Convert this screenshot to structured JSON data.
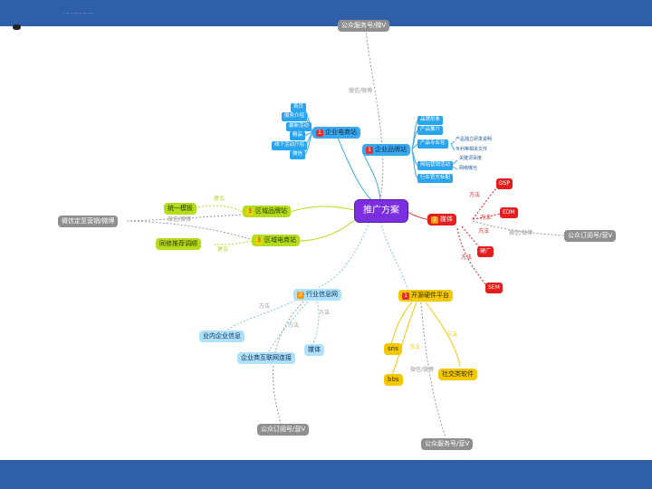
{
  "header": {
    "caption": "..... ....... ...... ....."
  },
  "center": {
    "label": "推广方案"
  },
  "top": {
    "gray_node": "公众服务号/微V",
    "edge_label": "微信/微博"
  },
  "branch_b2c": {
    "label": "企业电商站",
    "badge": "1",
    "children": [
      "首页",
      "服务介绍",
      "最新活动",
      "精品",
      "线下活动介绍",
      "微信"
    ]
  },
  "branch_brand": {
    "label": "企业品牌站",
    "badge": "1",
    "children": [
      "品牌形象",
      "产品推介",
      "产品专业化",
      "网站营销活动",
      "行业官方标配"
    ],
    "sub_product": [
      "产品独立研发说明",
      "专利等相关文件"
    ],
    "sub_campaign": [
      "关键词百度",
      "网络曝光"
    ]
  },
  "branch_region_brand": {
    "label": "区域品牌站",
    "badge": "3",
    "edge": "建议"
  },
  "branch_region_shop": {
    "label": "区域电商站",
    "badge": "3",
    "edge": "建议"
  },
  "left": {
    "unified_template": "统一模板",
    "wechat_mall": "微信定至营销/微博",
    "edge_wechat": "微信/微博",
    "new_shop": "同修推荐调顺"
  },
  "branch_media": {
    "label": "媒体",
    "badge": "2",
    "children": [
      "DSP",
      "EDM",
      "硬广",
      "SEM"
    ],
    "edge_method": "方法",
    "gray_node": "公众订阅号/营V",
    "edge_gray": "微信/微博"
  },
  "branch_industry": {
    "label": "行业信息网",
    "badge": "2",
    "children": [
      "业内企业信息",
      "企业商互联网连接",
      "媒体"
    ],
    "edge_method": "方法",
    "gray_node": "公众订阅号/营V"
  },
  "branch_social": {
    "label": "开源硬件平台",
    "badge": "1",
    "children": [
      "sns",
      "bbs",
      "社交类软件"
    ],
    "edge_method": "方法",
    "edge_wechat": "微信/微博",
    "gray_node": "公众服务号/营V"
  },
  "colors": {
    "blue": "#3aa8ec",
    "green": "#b5dc1c",
    "red": "#e41d1d",
    "yellow": "#f2c800",
    "purple": "#7b2fe0",
    "gray": "#8f8f8f",
    "bar": "#2e5fa8"
  }
}
